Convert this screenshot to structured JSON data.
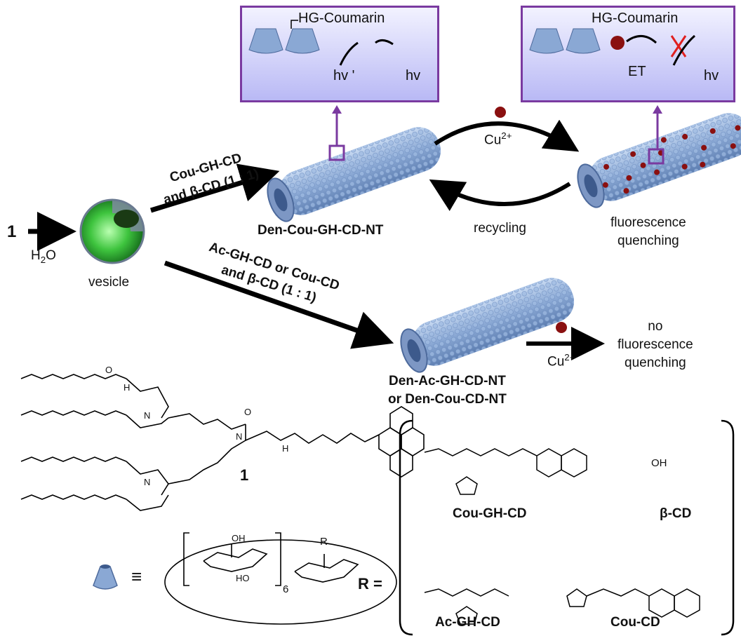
{
  "start": {
    "compound": "1",
    "solvent_main": "H",
    "solvent_sub": "2",
    "solvent_tail": "O"
  },
  "vesicle_label": "vesicle",
  "upper_reagent": {
    "line1": "Cou-GH-CD",
    "line2": "and β-CD (1 : 1)"
  },
  "lower_reagent": {
    "line1": "Ac-GH-CD or Cou-CD",
    "line2": "and β-CD (1 : 1)"
  },
  "nanotube_upper": "Den-Cou-GH-CD-NT",
  "nanotube_lower": {
    "line1": "Den-Ac-GH-CD-NT",
    "line2": "or Den-Cou-CD-NT"
  },
  "cycle": {
    "ion_main": "Cu",
    "ion_sup": "2+",
    "back_label": "recycling"
  },
  "quenching": {
    "line1": "fluorescence",
    "line2": "quenching"
  },
  "no_quenching": {
    "line1": "no",
    "line2": "fluorescence",
    "line3": "quenching"
  },
  "lower_ion": {
    "ion_main": "Cu",
    "ion_sup": "2+"
  },
  "inset_left": {
    "title": "HG-Coumarin",
    "emit": "hv '",
    "excite": "hv"
  },
  "inset_right": {
    "title": "HG-Coumarin",
    "transfer": "ET",
    "excite": "hv"
  },
  "dendron": {
    "label": "1",
    "atoms": {
      "N": "N",
      "H": "H",
      "O": "O"
    }
  },
  "cd_unit": {
    "equiv": "≡",
    "R_label": "R",
    "R_eq": "R =",
    "n": "6",
    "OH": "OH",
    "HO": "HO"
  },
  "r_groups": [
    {
      "name": "Cou-GH-CD"
    },
    {
      "name": "β-CD",
      "group": "OH"
    },
    {
      "name": "Ac-GH-CD"
    },
    {
      "name": "Cou-CD"
    }
  ],
  "colors": {
    "arrow": "#000000",
    "inset_border": "#7a3aa0",
    "tube": "#8aa8d4",
    "vesicle": "#3ec43e",
    "copper": "#8a1010"
  }
}
